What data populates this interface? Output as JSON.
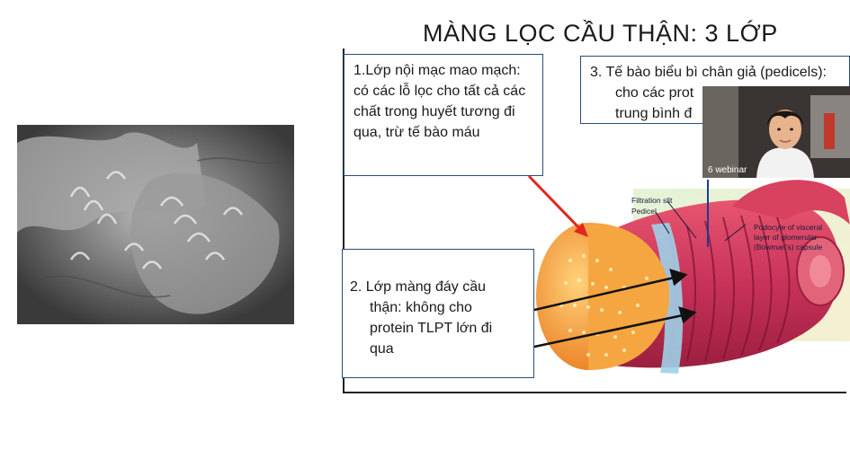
{
  "slide": {
    "title": "MÀNG LỌC CẦU THẬN: 3 LỚP",
    "box1": {
      "lines": [
        "1.Lớp nội mạc mao mạch:",
        "có các lỗ lọc cho tất cả các",
        "chất trong huyết tương đi",
        "qua, trừ tế bào máu"
      ]
    },
    "box2": {
      "lines": [
        "2. Lớp màng đáy cầu",
        "thận: không cho",
        "protein TLPT lớn đi",
        "qua"
      ]
    },
    "box3": {
      "lines": [
        "3. Tế bào biểu bì chân giả (pedicels):",
        "cho các prot",
        "trung bình đ"
      ]
    },
    "diagram_labels": {
      "filtration_slit": "Filtration slit",
      "pedicel": "Pedicel",
      "podocyte1": "Podocyte of visceral",
      "podocyte2": "layer of glomerular",
      "podocyte3": "(Bowman's) capsule"
    }
  },
  "webcam": {
    "label": "6 webinar"
  },
  "colors": {
    "box_border": "#2a4d7a",
    "arrow_red": "#e0281e",
    "tissue": "#c8325a",
    "membrane": "#f2a03a"
  }
}
